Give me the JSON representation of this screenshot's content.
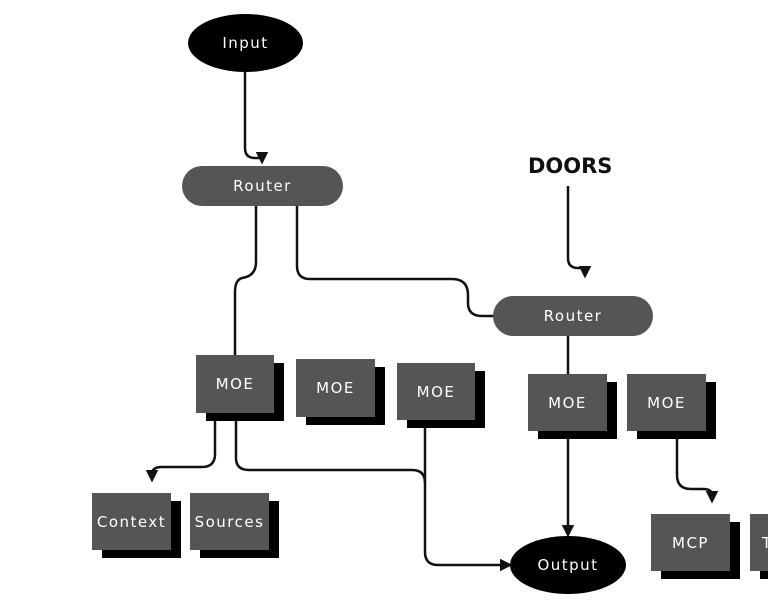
{
  "diagram": {
    "nodes": {
      "input": "Input",
      "router1": "Router",
      "router2": "Router",
      "doors": "DOORS",
      "moe1": "MOE",
      "moe2": "MOE",
      "moe3": "MOE",
      "moe4": "MOE",
      "moe5": "MOE",
      "context": "Context",
      "sources": "Sources",
      "output": "Output",
      "mcp": "MCP",
      "partial": "T"
    },
    "colors": {
      "background": "#ffffff",
      "terminal_fill": "#000000",
      "node_fill": "#555555",
      "shadow": "#000000",
      "edge": "#111111",
      "text": "#ffffff"
    },
    "edges": [
      {
        "from": "input",
        "to": "router1"
      },
      {
        "from": "doors",
        "to": "router2"
      },
      {
        "from": "router1",
        "to": "moe1"
      },
      {
        "from": "router1",
        "to": "router2"
      },
      {
        "from": "router2",
        "to": "moe4"
      },
      {
        "from": "moe1",
        "to": "context"
      },
      {
        "from": "moe1",
        "to": "output"
      },
      {
        "from": "moe3",
        "to": "output"
      },
      {
        "from": "moe4",
        "to": "output"
      },
      {
        "from": "moe5",
        "to": "mcp"
      }
    ]
  }
}
